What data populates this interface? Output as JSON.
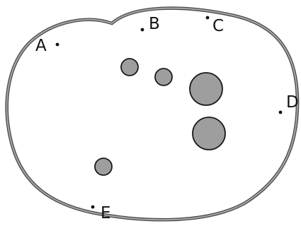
{
  "diagram": {
    "points": [
      {
        "id": "A",
        "label": "A"
      },
      {
        "id": "B",
        "label": "B"
      },
      {
        "id": "C",
        "label": "C"
      },
      {
        "id": "D",
        "label": "D"
      },
      {
        "id": "E",
        "label": "E"
      }
    ],
    "colors": {
      "outline": "#4a4a4a",
      "outline_inner": "#a6a6a6",
      "blob_fill": "#9e9e9e",
      "blob_stroke": "#1a1a1a",
      "ink": "#111111"
    }
  }
}
